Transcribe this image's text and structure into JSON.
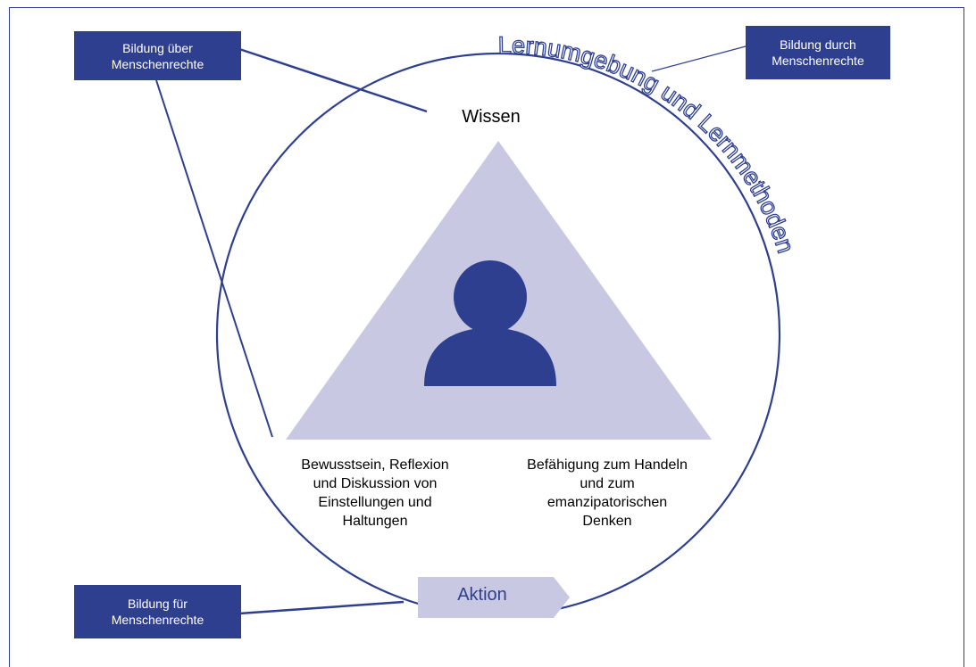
{
  "boxes": {
    "bildung_ueber": "Bildung über\nMenschenrechte",
    "bildung_durch": "Bildung durch\nMenschenrechte",
    "bildung_fuer": "Bildung für\nMenschenrechte"
  },
  "circle_label": "Lernumgebung und Lernmethoden",
  "labels": {
    "wissen": "Wissen",
    "bewusstsein": "Bewusstsein, Reflexion\nund Diskussion von\nEinstellungen und\nHaltungen",
    "befaehigung": "Befähigung zum Handeln\nund zum\nemanzipatorischen\nDenken",
    "aktion": "Aktion"
  },
  "colors": {
    "accent": "#2e3f8f",
    "triangle": "#c8c8e2",
    "box_text": "#ffffff"
  },
  "icons": {
    "center": "person-icon"
  }
}
